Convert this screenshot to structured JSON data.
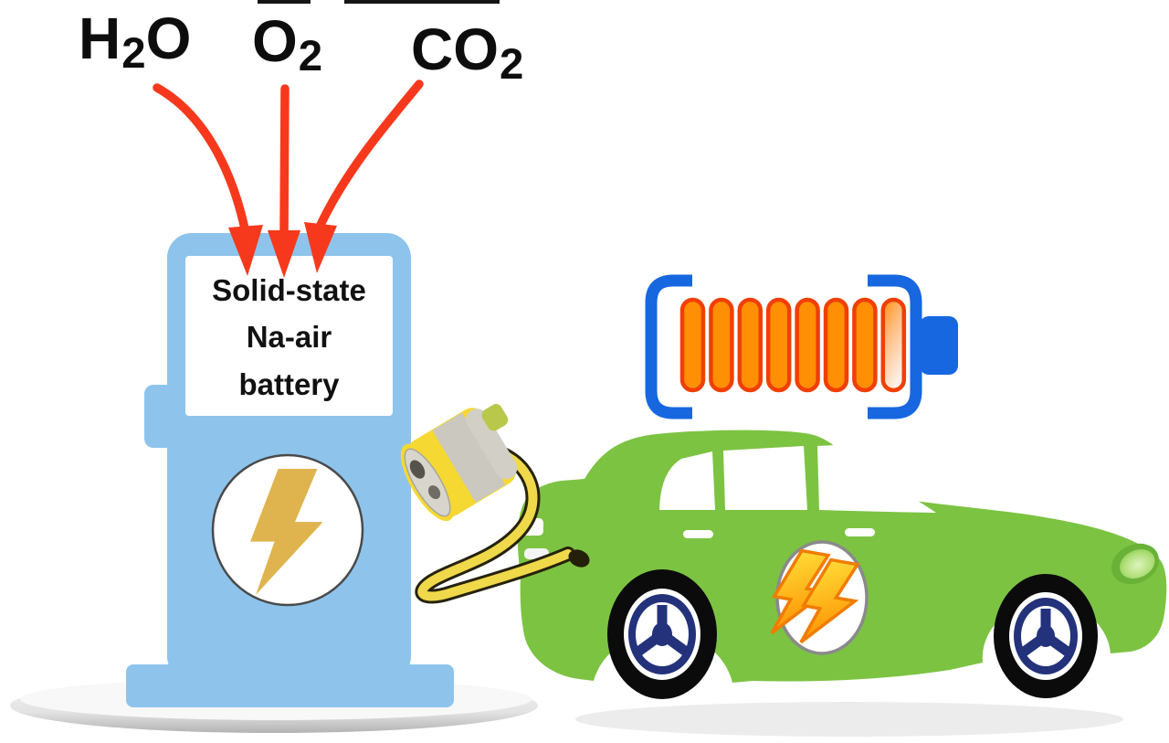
{
  "gas_labels": [
    {
      "id": "h2o",
      "main": "H",
      "sub": "2",
      "tail": "O"
    },
    {
      "id": "o2",
      "main": "O",
      "sub": "2",
      "tail": ""
    },
    {
      "id": "co2",
      "main": "CO",
      "sub": "2",
      "tail": ""
    }
  ],
  "station": {
    "panel_lines": [
      "Solid-state",
      "Na-air",
      "battery"
    ]
  },
  "battery_indicator": {
    "cells_total": 8,
    "cells_full": 7,
    "cells_faded": 1
  },
  "icons": {
    "station_energy": "lightning-bolt-icon",
    "car_badge": "double-lightning-bolt-icon",
    "charge_level": "battery-level-icon",
    "charging_plug": "charging-plug-icon",
    "charging_cable": "charging-cable-icon",
    "gas_flow": "curved-arrow-down-icon"
  },
  "colors": {
    "station_blue": "#8EC4EB",
    "arrow_red": "#F6391C",
    "car_green": "#7CC342",
    "battery_blue": "#1667E0",
    "battery_cell_orange": "#FF8F05",
    "battery_cell_border": "#F13F04",
    "cable_yellow": "#EFD94A",
    "cable_outline": "#26220C",
    "bolt_gold": "#DFB44E",
    "wheel_navy": "#23327B",
    "badge_bolt_outline": "#F07C00",
    "plug_yellow": "#F5D832",
    "plug_gray": "#CBC8C0",
    "label_black": "#0D0D0D"
  }
}
